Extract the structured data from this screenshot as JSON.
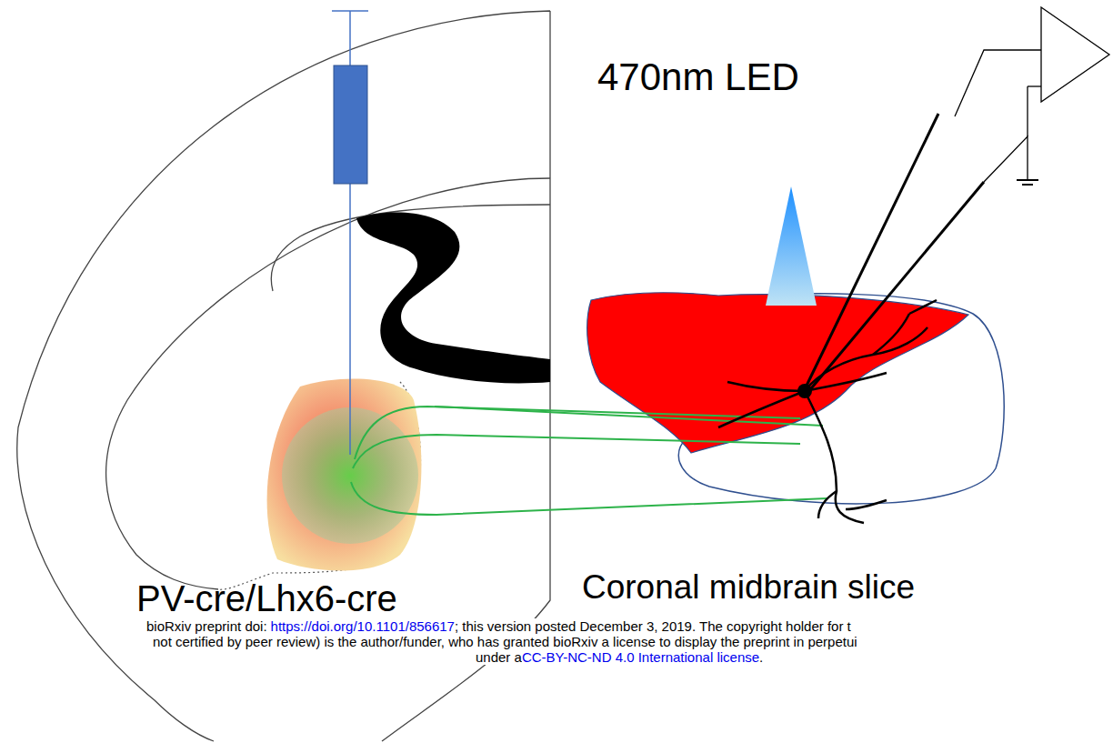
{
  "diagram": {
    "labels": [
      "470nm LED",
      "Coronal midbrain slice",
      "PV-cre/Lhx6-cre",
      "bioRxiv preprint doi:",
      "https://doi.org/10.1101/856617",
      "; this version posted December 3, 2019. The copyright holder for t",
      "not certified by peer review) is the author/funder, who has granted bioRxiv a license to display the preprint in perpetui",
      "under a",
      "CC-BY-NC-ND 4.0 International license",
      "."
    ]
  }
}
